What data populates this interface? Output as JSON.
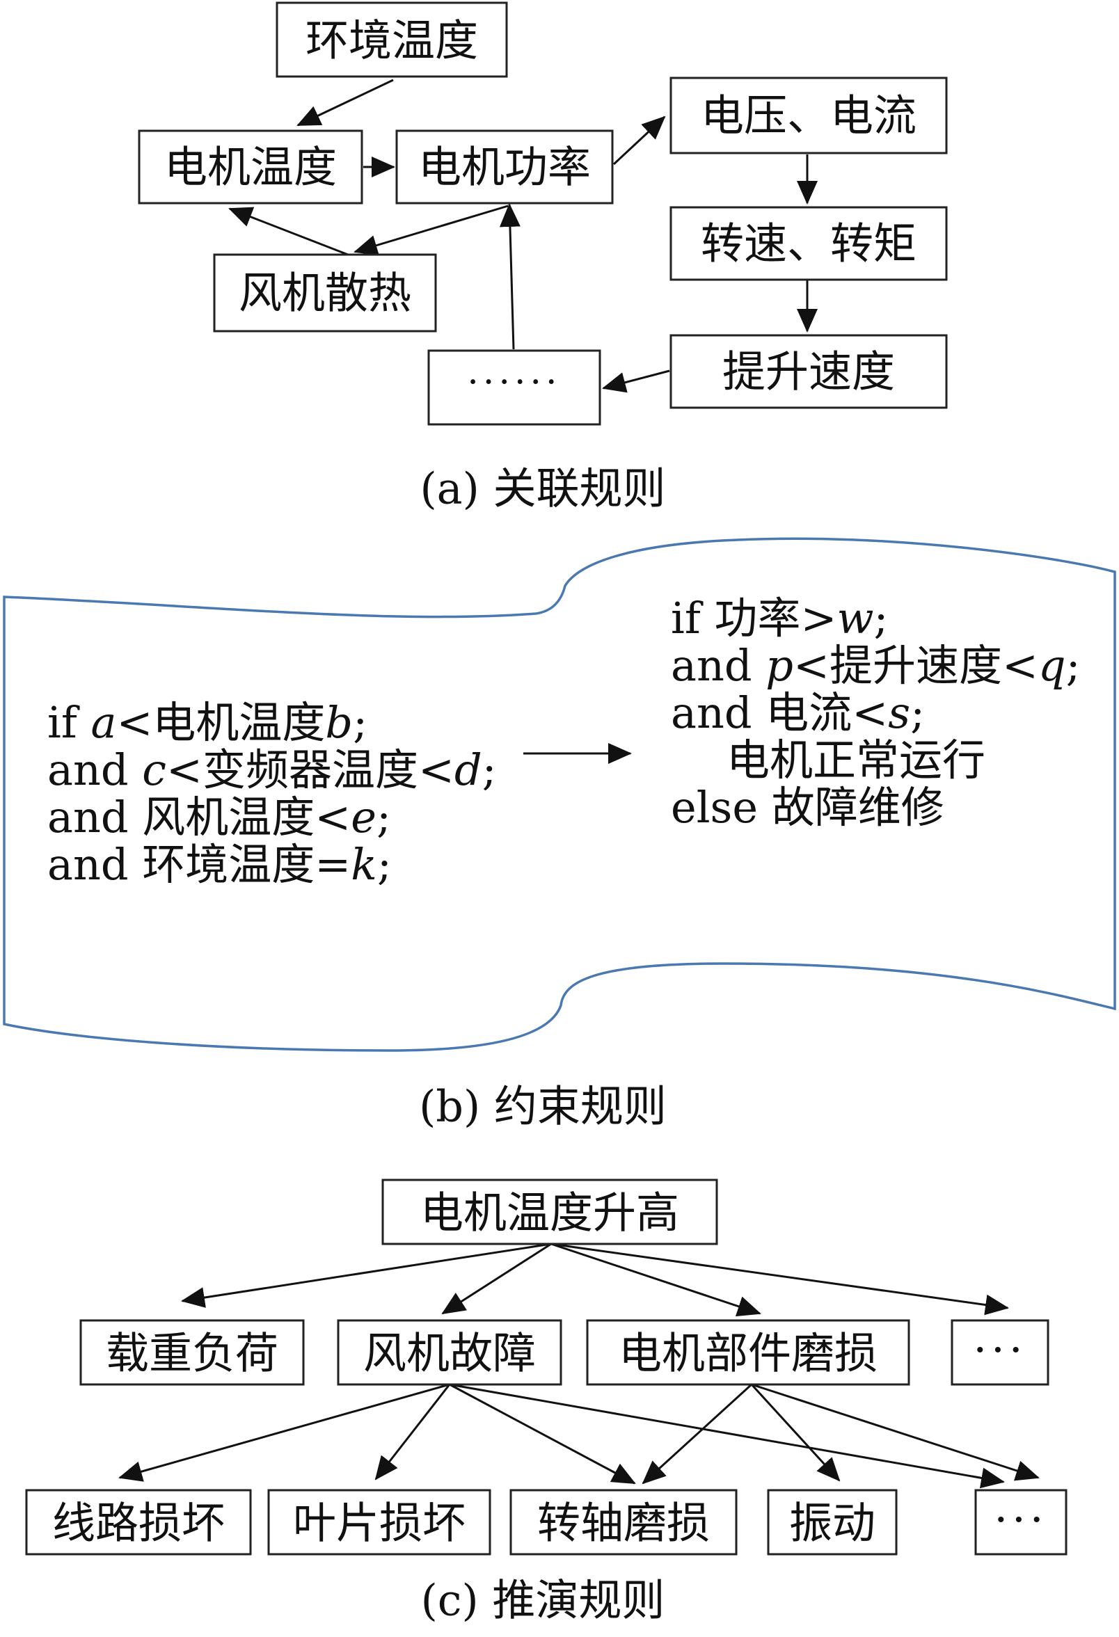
{
  "colors": {
    "ink": "#111111",
    "box_border": "#222222",
    "scroll_border": "#4a78b0"
  },
  "a": {
    "caption": "(a) 关联规则",
    "nodes": {
      "ambient_temp": "环境温度",
      "motor_temp": "电机温度",
      "motor_power": "电机功率",
      "voltage_current": "电压、电流",
      "speed_torque": "转速、转矩",
      "fan_cooling": "风机散热",
      "lift_speed": "提升速度",
      "ellipsis": "······"
    }
  },
  "b": {
    "caption": "(b) 约束规则",
    "left_lines": [
      [
        {
          "t": "if "
        },
        {
          "t": "a",
          "i": true
        },
        {
          "t": "<电机温度"
        },
        {
          "t": "b",
          "i": true
        },
        {
          "t": ";"
        }
      ],
      [
        {
          "t": "and "
        },
        {
          "t": "c",
          "i": true
        },
        {
          "t": "<变频器温度<"
        },
        {
          "t": "d",
          "i": true
        },
        {
          "t": ";"
        }
      ],
      [
        {
          "t": "and 风机温度<"
        },
        {
          "t": "e",
          "i": true
        },
        {
          "t": ";"
        }
      ],
      [
        {
          "t": "and 环境温度="
        },
        {
          "t": "k",
          "i": true
        },
        {
          "t": ";"
        }
      ]
    ],
    "right_lines": [
      [
        {
          "t": "if 功率>"
        },
        {
          "t": "w",
          "i": true
        },
        {
          "t": ";"
        }
      ],
      [
        {
          "t": "and "
        },
        {
          "t": "p",
          "i": true
        },
        {
          "t": "<提升速度<"
        },
        {
          "t": "q",
          "i": true
        },
        {
          "t": ";"
        }
      ],
      [
        {
          "t": "and 电流<"
        },
        {
          "t": "s",
          "i": true
        },
        {
          "t": ";"
        }
      ],
      [
        {
          "t": "电机正常运行"
        }
      ],
      [
        {
          "t": "else 故障维修"
        }
      ]
    ]
  },
  "c": {
    "caption": "(c) 推演规则",
    "nodes": {
      "root": "电机温度升高",
      "load": "载重负荷",
      "fan_fault": "风机故障",
      "motor_wear": "电机部件磨损",
      "more1": "···",
      "line_damage": "线路损坏",
      "blade_damage": "叶片损坏",
      "shaft_wear": "转轴磨损",
      "vibration": "振动",
      "more2": "···"
    }
  }
}
